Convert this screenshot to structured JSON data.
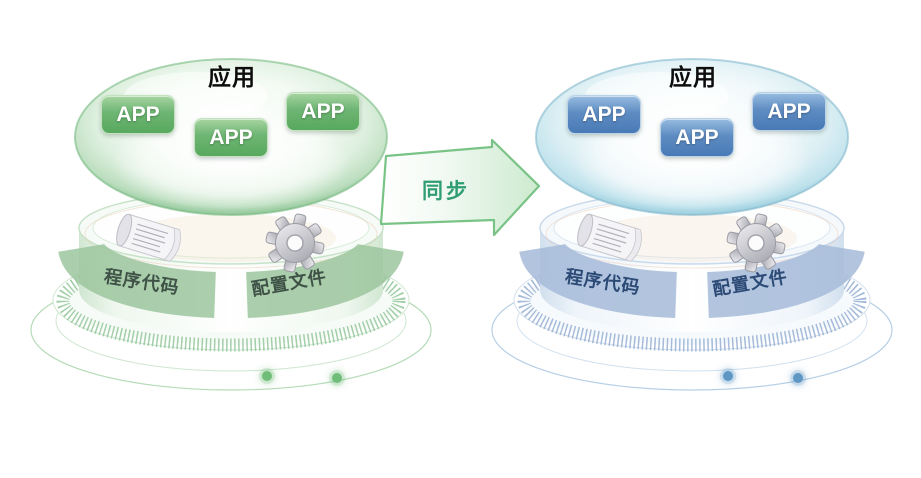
{
  "diagram": {
    "arrow": {
      "label": "同步",
      "direction": "right",
      "label_color": "#2f9c74",
      "border_color": "#79c386"
    },
    "platforms": [
      {
        "id": "source-platform",
        "title": "应用",
        "apps": [
          "APP",
          "APP",
          "APP"
        ],
        "band": {
          "code_label": "程序代码",
          "config_label": "配置文件"
        },
        "icons": {
          "code": "scroll-icon",
          "config": "gear-icon"
        },
        "theme": {
          "name": "green",
          "accent": "#58a95f",
          "dome_rim": "#7fbd89",
          "band_fill": "#9cc69d",
          "band_text": "#3f5247",
          "badge_top": "#a6d4a0",
          "badge_bottom": "#58a95f",
          "dot": "#6fbd78"
        }
      },
      {
        "id": "target-platform",
        "title": "应用",
        "apps": [
          "APP",
          "APP",
          "APP"
        ],
        "band": {
          "code_label": "程序代码",
          "config_label": "配置文件"
        },
        "icons": {
          "code": "scroll-icon",
          "config": "gear-icon"
        },
        "theme": {
          "name": "blue",
          "accent": "#4a7ab6",
          "dome_rim": "#8cc5d8",
          "band_fill": "#a7bcd9",
          "band_text": "#2c4a76",
          "badge_top": "#97bce0",
          "badge_bottom": "#4a7ab6",
          "dot": "#5f97c4"
        }
      }
    ]
  }
}
